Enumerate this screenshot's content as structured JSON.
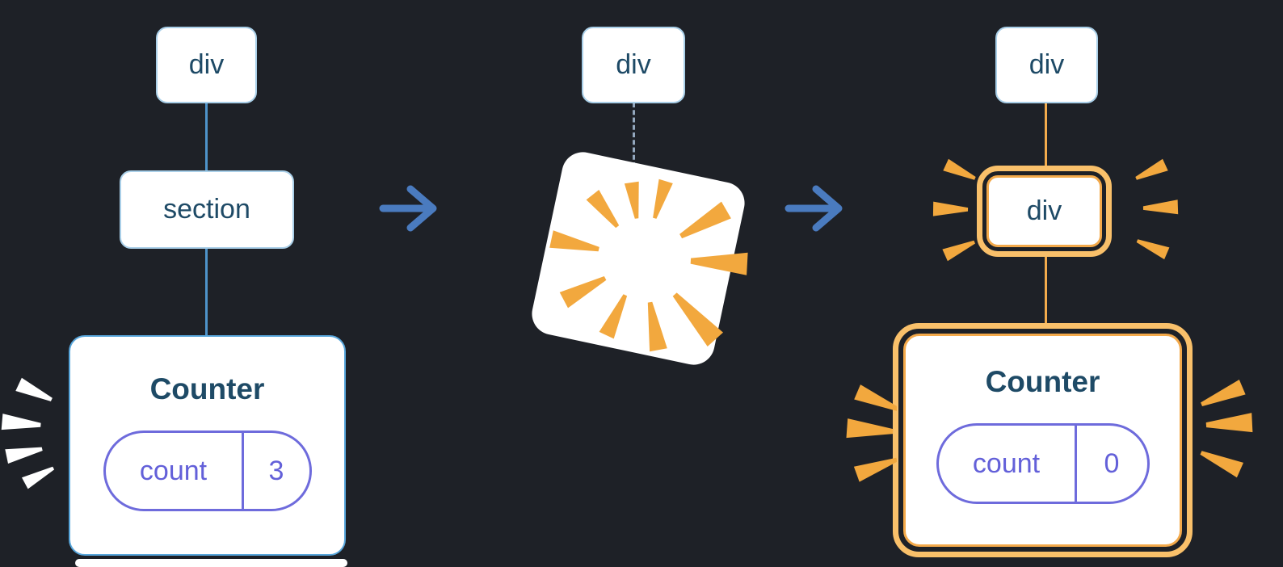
{
  "colors": {
    "background": "#1e2127",
    "card": "#ffffff",
    "node_border_light_blue": "#a9cfe8",
    "counter_border_blue": "#58a6db",
    "text_navy": "#1e4a66",
    "state_purple": "#6360d9",
    "tree_line_blue": "#4e93c9",
    "arrow_blue": "#4a7bbf",
    "highlight_orange": "#f9c06a",
    "burst_orange": "#f2a83e",
    "burst_white": "#ffffff",
    "dashed_line_gray": "#93a7bd"
  },
  "icons": {
    "arrow": "arrow-right-icon",
    "burst": "burst-icon",
    "poof": "poof-square"
  },
  "panels": {
    "before": {
      "root": "div",
      "child": "section",
      "counter": {
        "title": "Counter",
        "state_key": "count",
        "state_value": "3"
      }
    },
    "during": {
      "root": "div"
    },
    "after": {
      "root": "div",
      "child": "div",
      "counter": {
        "title": "Counter",
        "state_key": "count",
        "state_value": "0"
      }
    }
  }
}
